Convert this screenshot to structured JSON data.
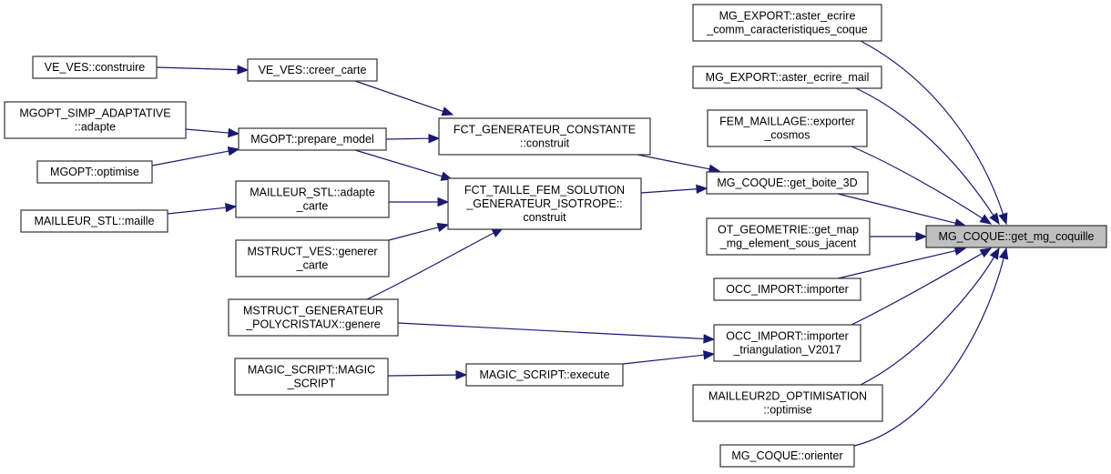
{
  "diagram": {
    "type": "call-graph",
    "edge_color": "#191970",
    "focus_fill": "#bfbfbf",
    "nodes": [
      {
        "id": "n_construire",
        "lines": [
          "VE_VES::construire"
        ]
      },
      {
        "id": "n_creer_carte",
        "lines": [
          "VE_VES::creer_carte"
        ]
      },
      {
        "id": "n_simp_adapte",
        "lines": [
          "MGOPT_SIMP_ADAPTATIVE",
          "::adapte"
        ]
      },
      {
        "id": "n_prepare_model",
        "lines": [
          "MGOPT::prepare_model"
        ]
      },
      {
        "id": "n_optimise",
        "lines": [
          "MGOPT::optimise"
        ]
      },
      {
        "id": "n_stl_maille",
        "lines": [
          "MAILLEUR_STL::maille"
        ]
      },
      {
        "id": "n_stl_adapte",
        "lines": [
          "MAILLEUR_STL::adapte",
          "_carte"
        ]
      },
      {
        "id": "n_ves_generer",
        "lines": [
          "MSTRUCT_VES::generer",
          "_carte"
        ]
      },
      {
        "id": "n_polycristaux",
        "lines": [
          "MSTRUCT_GENERATEUR",
          "_POLYCRISTAUX::genere"
        ]
      },
      {
        "id": "n_magic_ctor",
        "lines": [
          "MAGIC_SCRIPT::MAGIC",
          "_SCRIPT"
        ]
      },
      {
        "id": "n_magic_exec",
        "lines": [
          "MAGIC_SCRIPT::execute"
        ]
      },
      {
        "id": "n_fct_constante",
        "lines": [
          "FCT_GENERATEUR_CONSTANTE",
          "::construit"
        ]
      },
      {
        "id": "n_fct_taille",
        "lines": [
          "FCT_TAILLE_FEM_SOLUTION",
          "_GENERATEUR_ISOTROPE::",
          "construit"
        ]
      },
      {
        "id": "n_aster_comm",
        "lines": [
          "MG_EXPORT::aster_ecrire",
          "_comm_caracteristiques_coque"
        ]
      },
      {
        "id": "n_aster_mail",
        "lines": [
          "MG_EXPORT::aster_ecrire_mail"
        ]
      },
      {
        "id": "n_fem_cosmos",
        "lines": [
          "FEM_MAILLAGE::exporter",
          "_cosmos"
        ]
      },
      {
        "id": "n_boite_3d",
        "lines": [
          "MG_COQUE::get_boite_3D"
        ]
      },
      {
        "id": "n_ot_geometrie",
        "lines": [
          "OT_GEOMETRIE::get_map",
          "_mg_element_sous_jacent"
        ]
      },
      {
        "id": "n_occ_importer",
        "lines": [
          "OCC_IMPORT::importer"
        ]
      },
      {
        "id": "n_occ_triang",
        "lines": [
          "OCC_IMPORT::importer",
          "_triangulation_V2017"
        ]
      },
      {
        "id": "n_mailleur2d",
        "lines": [
          "MAILLEUR2D_OPTIMISATION",
          "::optimise"
        ]
      },
      {
        "id": "n_orienter",
        "lines": [
          "MG_COQUE::orienter"
        ]
      },
      {
        "id": "n_focus",
        "lines": [
          "MG_COQUE::get_mg_coquille"
        ],
        "focus": true
      }
    ],
    "edges": [
      {
        "from": "n_construire",
        "to": "n_creer_carte"
      },
      {
        "from": "n_creer_carte",
        "to": "n_fct_constante"
      },
      {
        "from": "n_simp_adapte",
        "to": "n_prepare_model"
      },
      {
        "from": "n_optimise",
        "to": "n_prepare_model"
      },
      {
        "from": "n_prepare_model",
        "to": "n_fct_constante"
      },
      {
        "from": "n_prepare_model",
        "to": "n_fct_taille"
      },
      {
        "from": "n_stl_maille",
        "to": "n_stl_adapte"
      },
      {
        "from": "n_stl_adapte",
        "to": "n_fct_taille"
      },
      {
        "from": "n_ves_generer",
        "to": "n_fct_taille"
      },
      {
        "from": "n_polycristaux",
        "to": "n_fct_taille"
      },
      {
        "from": "n_polycristaux",
        "to": "n_occ_triang"
      },
      {
        "from": "n_magic_ctor",
        "to": "n_magic_exec"
      },
      {
        "from": "n_magic_exec",
        "to": "n_occ_triang"
      },
      {
        "from": "n_fct_constante",
        "to": "n_boite_3d"
      },
      {
        "from": "n_fct_taille",
        "to": "n_boite_3d"
      },
      {
        "from": "n_aster_comm",
        "to": "n_focus"
      },
      {
        "from": "n_aster_mail",
        "to": "n_focus"
      },
      {
        "from": "n_fem_cosmos",
        "to": "n_focus"
      },
      {
        "from": "n_boite_3d",
        "to": "n_focus"
      },
      {
        "from": "n_ot_geometrie",
        "to": "n_focus"
      },
      {
        "from": "n_occ_importer",
        "to": "n_focus"
      },
      {
        "from": "n_occ_triang",
        "to": "n_focus"
      },
      {
        "from": "n_mailleur2d",
        "to": "n_focus"
      },
      {
        "from": "n_orienter",
        "to": "n_focus"
      }
    ]
  }
}
